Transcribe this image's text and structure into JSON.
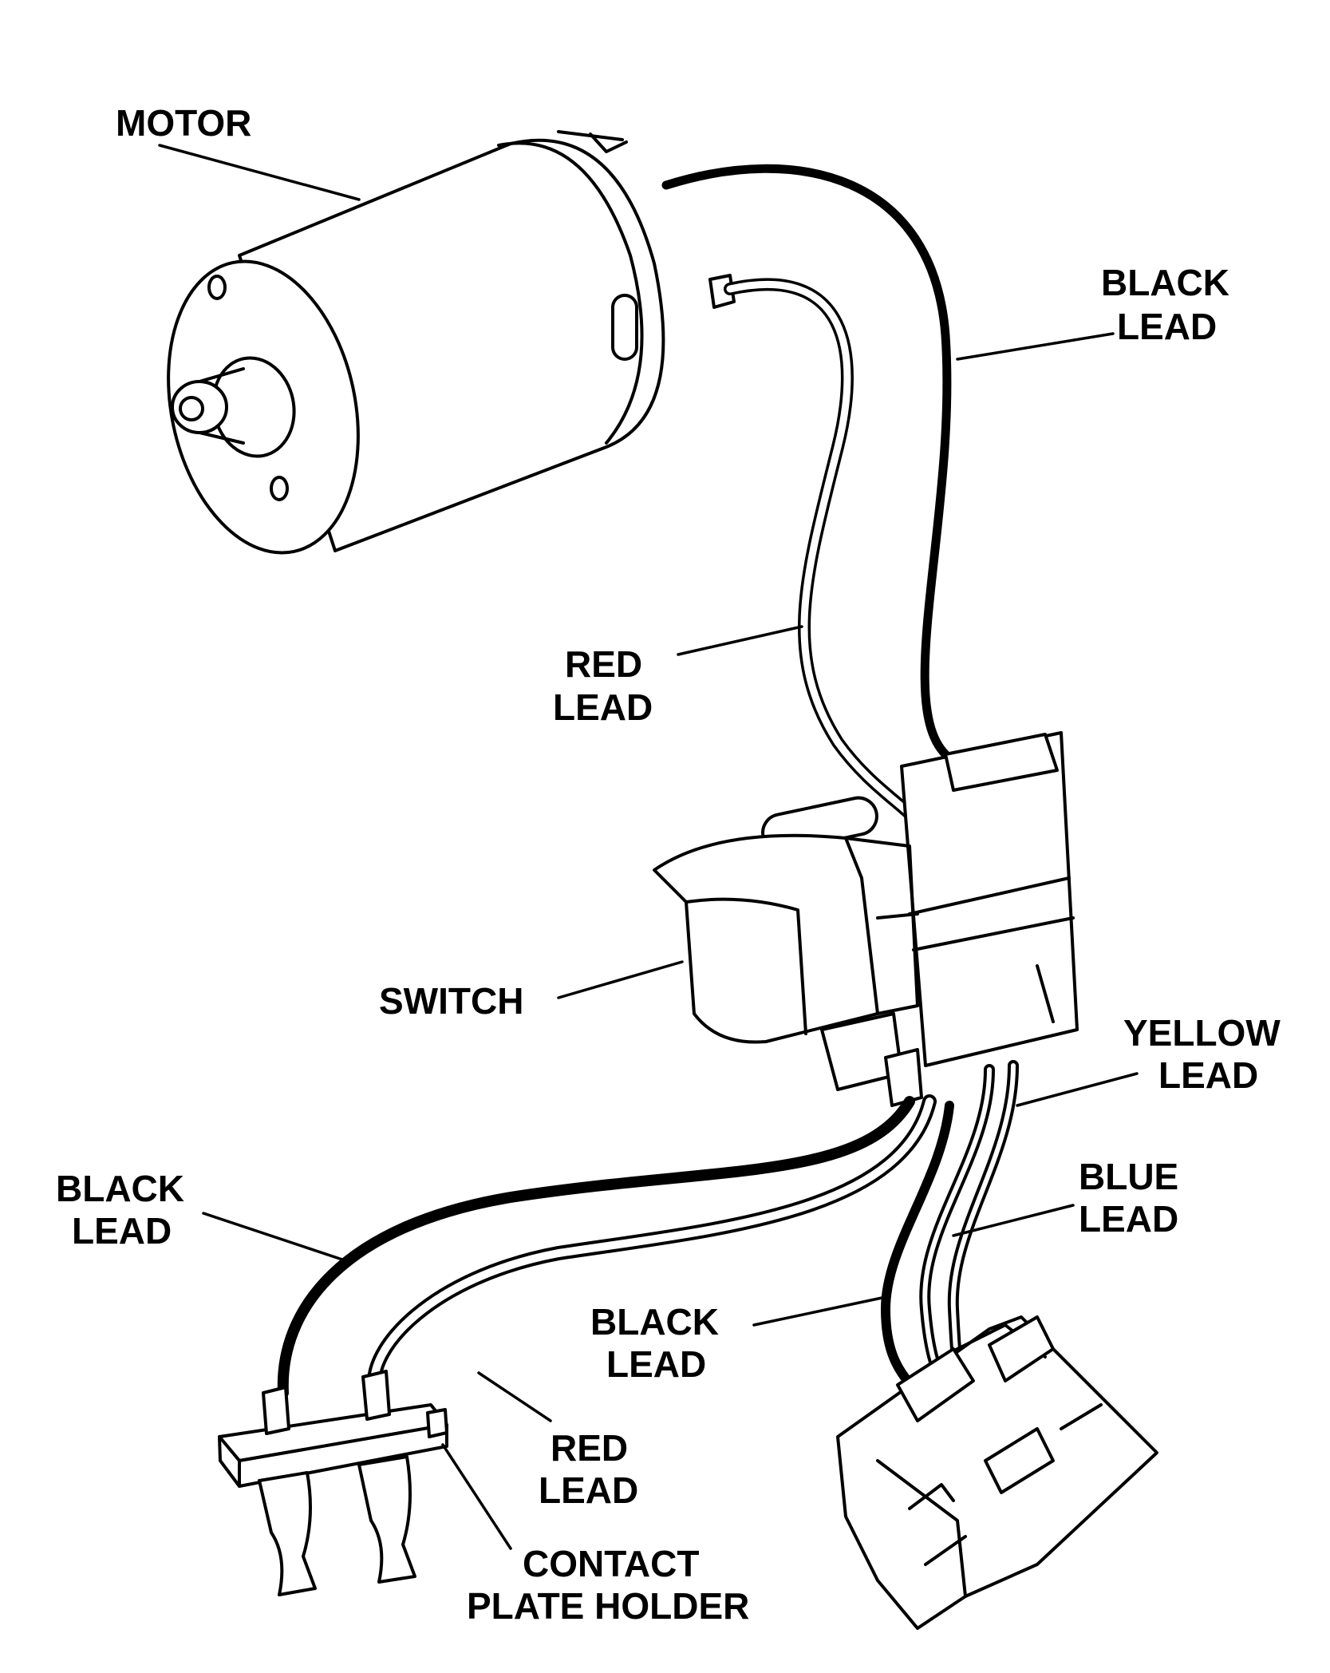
{
  "labels": {
    "motor": "MOTOR",
    "black_lead_top": [
      "BLACK",
      "LEAD"
    ],
    "red_lead_top": [
      "RED",
      "LEAD"
    ],
    "switch": "SWITCH",
    "yellow_lead": [
      "YELLOW",
      "LEAD"
    ],
    "blue_lead": [
      "BLUE",
      "LEAD"
    ],
    "black_lead_left": [
      "BLACK",
      "LEAD"
    ],
    "black_lead_bottom": [
      "BLACK",
      "LEAD"
    ],
    "red_lead_bottom": [
      "RED",
      "LEAD"
    ],
    "contact_plate_holder": [
      "CONTACT",
      "PLATE HOLDER"
    ]
  }
}
